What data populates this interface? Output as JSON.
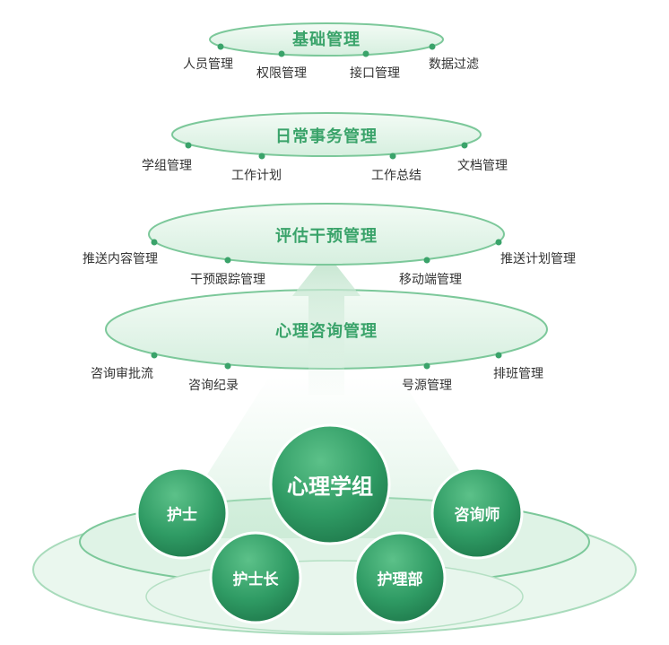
{
  "colors": {
    "title_green": "#3aa36a",
    "ring_stroke": "#7cc89a",
    "node_green": "#2f9b64",
    "accent_yellow": "#f4c430",
    "label_text": "#333333"
  },
  "layers": [
    {
      "title": "基础管理",
      "items": [
        "人员管理",
        "权限管理",
        "接口管理",
        "数据过滤"
      ]
    },
    {
      "title": "日常事务管理",
      "items": [
        "学组管理",
        "工作计划",
        "工作总结",
        "文档管理"
      ]
    },
    {
      "title": "评估干预管理",
      "items": [
        "推送内容管理",
        "干预跟踪管理",
        "移动端管理",
        "推送计划管理"
      ]
    },
    {
      "title": "心理咨询管理",
      "items": [
        "咨询审批流",
        "咨询纪录",
        "号源管理",
        "排班管理"
      ]
    }
  ],
  "nodes": [
    {
      "label": "心理学组",
      "icon": "center-node"
    },
    {
      "label": "护士",
      "icon": "node"
    },
    {
      "label": "咨询师",
      "icon": "node"
    },
    {
      "label": "护士长",
      "icon": "node"
    },
    {
      "label": "护理部",
      "icon": "node"
    }
  ]
}
